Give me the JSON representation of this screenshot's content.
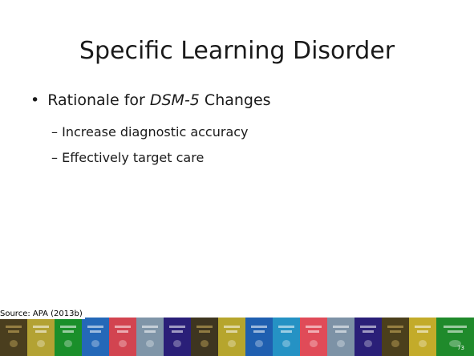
{
  "slide": {
    "title": "Specific Learning Disorder",
    "bullet": {
      "prefix": "Rationale for ",
      "emphasis": "DSM-5",
      "suffix": " Changes"
    },
    "subbullets": [
      "Increase diagnostic accuracy",
      "Effectively target care"
    ],
    "dash": "–",
    "bullet_char": "•",
    "source": "Source: APA (2013b)",
    "page_number": "73"
  },
  "cover_strip": [
    {
      "color": "#4a3e1e",
      "style": "dark"
    },
    {
      "color": "#b3a233",
      "style": "light"
    },
    {
      "color": "#1a8f2a",
      "style": "light"
    },
    {
      "color": "#2468b8",
      "style": "light"
    },
    {
      "color": "#d24450",
      "style": "light"
    },
    {
      "color": "#7f95a8",
      "style": "light"
    },
    {
      "color": "#2a1f78",
      "style": "light"
    },
    {
      "color": "#3e3520",
      "style": "dark"
    },
    {
      "color": "#b6a52d",
      "style": "light"
    },
    {
      "color": "#1f5fb0",
      "style": "light"
    },
    {
      "color": "#2592c4",
      "style": "light"
    },
    {
      "color": "#e04b58",
      "style": "light"
    },
    {
      "color": "#7d92a6",
      "style": "light"
    },
    {
      "color": "#2a1f78",
      "style": "light"
    },
    {
      "color": "#4b3f1c",
      "style": "dark"
    },
    {
      "color": "#c3ab2a",
      "style": "light"
    },
    {
      "color": "#1f8a2b",
      "style": "light"
    }
  ]
}
